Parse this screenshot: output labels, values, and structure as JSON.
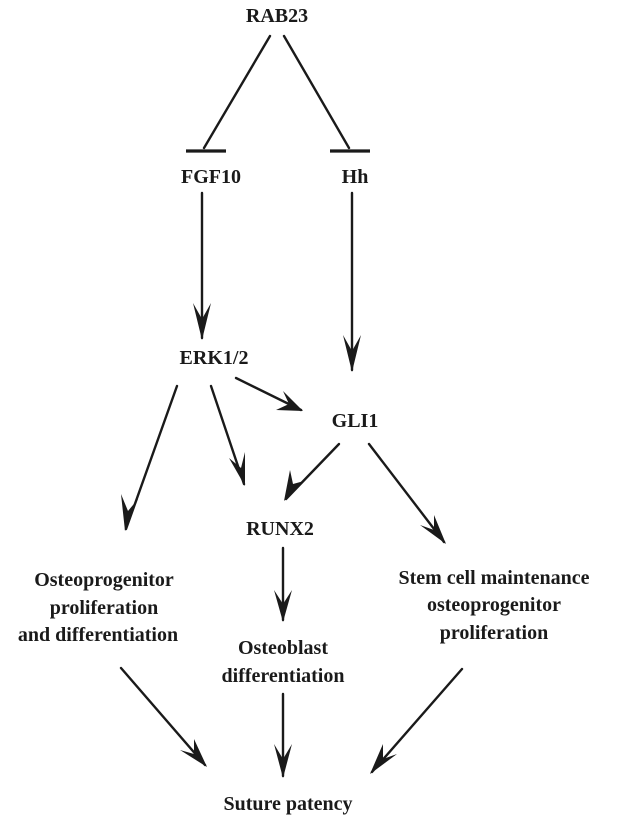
{
  "nodes": {
    "rab23": "RAB23",
    "fgf10": "FGF10",
    "hh": "Hh",
    "erk": "ERK1/2",
    "gli1": "GLI1",
    "runx2": "RUNX2",
    "osteo_prolif": [
      "Osteoprogenitor",
      "proliferation",
      "and differentiation"
    ],
    "osteoblast": [
      "Osteoblast",
      "differentiation"
    ],
    "stem": [
      "Stem cell maintenance",
      "osteoprogenitor",
      "proliferation"
    ],
    "suture": "Suture patency"
  },
  "edges": [
    {
      "from": "RAB23",
      "to": "FGF10",
      "type": "inhibition"
    },
    {
      "from": "RAB23",
      "to": "Hh",
      "type": "inhibition"
    },
    {
      "from": "FGF10",
      "to": "ERK1/2",
      "type": "activation"
    },
    {
      "from": "Hh",
      "to": "GLI1",
      "type": "activation"
    },
    {
      "from": "ERK1/2",
      "to": "GLI1",
      "type": "activation"
    },
    {
      "from": "ERK1/2",
      "to": "Osteoprogenitor proliferation and differentiation",
      "type": "activation"
    },
    {
      "from": "ERK1/2",
      "to": "RUNX2",
      "type": "activation"
    },
    {
      "from": "GLI1",
      "to": "RUNX2",
      "type": "activation"
    },
    {
      "from": "GLI1",
      "to": "Stem cell maintenance osteoprogenitor proliferation",
      "type": "activation"
    },
    {
      "from": "RUNX2",
      "to": "Osteoblast differentiation",
      "type": "activation"
    },
    {
      "from": "Osteoprogenitor proliferation and differentiation",
      "to": "Suture patency",
      "type": "activation"
    },
    {
      "from": "Osteoblast differentiation",
      "to": "Suture patency",
      "type": "activation"
    },
    {
      "from": "Stem cell maintenance osteoprogenitor proliferation",
      "to": "Suture patency",
      "type": "activation"
    }
  ]
}
